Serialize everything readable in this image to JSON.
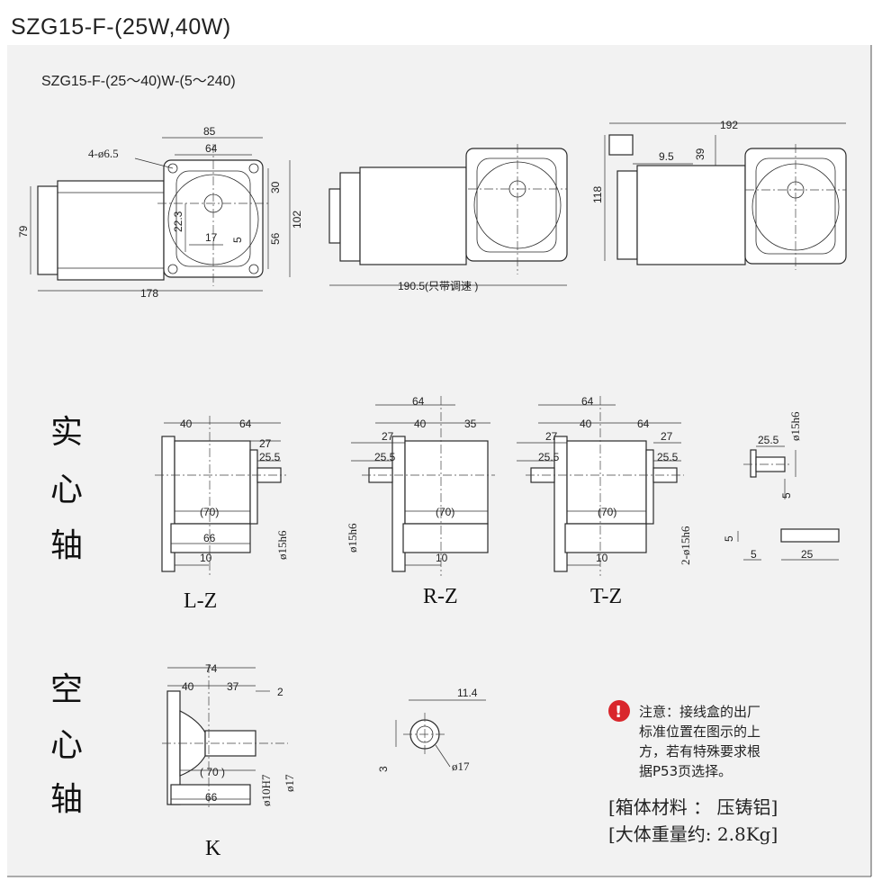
{
  "title": "SZG15-F-(25W,40W)",
  "subtitle": "SZG15-F-(25～40)W-(5～240)",
  "top_view": {
    "hole_label": "4-ø6.5",
    "dims": [
      "85",
      "64",
      "30",
      "22.3",
      "102",
      "17",
      "5",
      "56",
      "79",
      "178",
      "190.5(只带调速 )",
      "192",
      "9.5",
      "39",
      "118"
    ]
  },
  "solid_shaft": {
    "side_label": [
      "实",
      "心",
      "轴"
    ],
    "lz": {
      "name": "L-Z",
      "dims": [
        "40",
        "64",
        "27",
        "25.5",
        "(70)",
        "66",
        "10",
        "ø15h6"
      ]
    },
    "rz": {
      "name": "R-Z",
      "dims": [
        "64",
        "27",
        "40",
        "35",
        "25.5",
        "(70)",
        "10",
        "ø15h6"
      ]
    },
    "tz": {
      "name": "T-Z",
      "dims": [
        "64",
        "27",
        "40",
        "64",
        "27",
        "25.5",
        "25.5",
        "(70)",
        "10",
        "2-ø15h6"
      ]
    },
    "key": {
      "dims": [
        "25.5",
        "ø15h6",
        "5",
        "5",
        "5",
        "25"
      ]
    }
  },
  "hollow_shaft": {
    "side_label": [
      "空",
      "心",
      "轴"
    ],
    "k": {
      "name": "K",
      "dims": [
        "74",
        "40",
        "37",
        "2",
        "( 70 )",
        "66",
        "ø10H7",
        "ø17"
      ]
    },
    "end": {
      "dims": [
        "11.4",
        "3",
        "ø17"
      ]
    }
  },
  "notice": {
    "icon": "exclamation-icon",
    "lines": [
      "注意：接线盒的出厂",
      "标准位置在图示的上",
      "方，若有特殊要求根",
      "据P53页选择。"
    ]
  },
  "specs": [
    "[箱体材料 ：  压铸铝]",
    "[大体重量约:  2.8Kg]"
  ],
  "colors": {
    "background": "#f2f2f2",
    "ink": "#222222",
    "notice_icon": "#d9262c"
  }
}
